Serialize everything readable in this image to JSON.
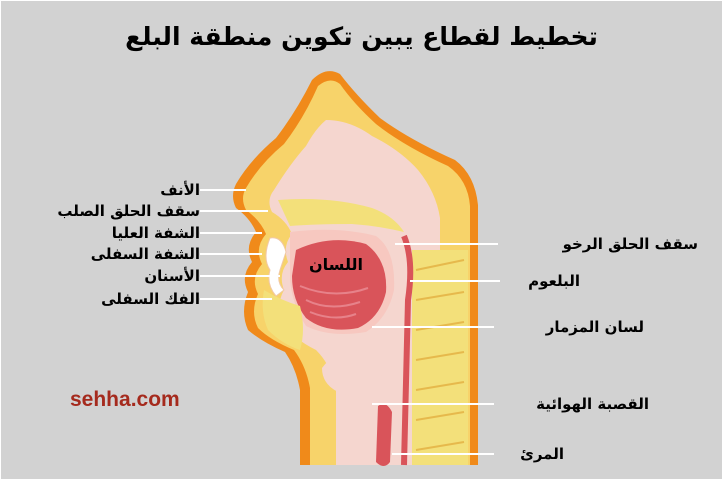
{
  "title": "تخطيط لقطاع يبين تكوين منطقة البلع",
  "brand": "sehha.com",
  "colors": {
    "background": "#d2d2d2",
    "skin": "#f08a1a",
    "fat": "#f7d36a",
    "tissue": "#f5d6cf",
    "tongue": "#d9545a",
    "bone": "#f3e07a",
    "brand": "#a52a1d"
  },
  "labels": {
    "nose": "الأنف",
    "hard_palate": "سقف الحلق الصلب",
    "upper_lip": "الشفة العليا",
    "lower_lip": "الشفة السفلى",
    "teeth": "الأسنان",
    "lower_jaw": "الفك السفلى",
    "tongue": "اللسان",
    "soft_palate": "سقف الحلق الرخو",
    "pharynx": "البلعوم",
    "epiglottis": "لسان المزمار",
    "trachea": "القصبة الهوائية",
    "esophagus": "المرئ"
  }
}
